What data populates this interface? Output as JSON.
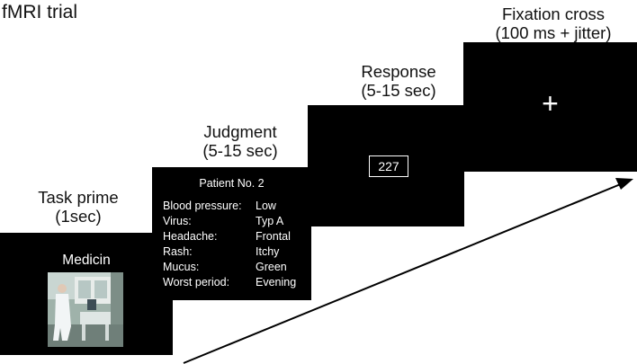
{
  "title": "fMRI trial",
  "stages": {
    "task_prime": {
      "caption_line1": "Task prime",
      "caption_line2": "(1sec)",
      "screen_label": "Medicin"
    },
    "judgment": {
      "caption_line1": "Judgment",
      "caption_line2": "(5-15 sec)",
      "patient_title": "Patient No. 2",
      "symptoms": [
        {
          "name": "Blood pressure:",
          "value": "Low"
        },
        {
          "name": "Virus:",
          "value": "Typ A"
        },
        {
          "name": "Headache:",
          "value": "Frontal"
        },
        {
          "name": "Rash:",
          "value": "Itchy"
        },
        {
          "name": "Mucus:",
          "value": "Green"
        },
        {
          "name": "Worst period:",
          "value": "Evening"
        }
      ]
    },
    "response": {
      "caption_line1": "Response",
      "caption_line2": "(5-15 sec)",
      "value": "227"
    },
    "fixation": {
      "caption_line1": "Fixation cross",
      "caption_line2": "(100 ms + jitter)",
      "symbol": "+"
    }
  },
  "colors": {
    "screen_background": "#000000",
    "screen_text": "#ffffff",
    "arrow": "#000000"
  }
}
